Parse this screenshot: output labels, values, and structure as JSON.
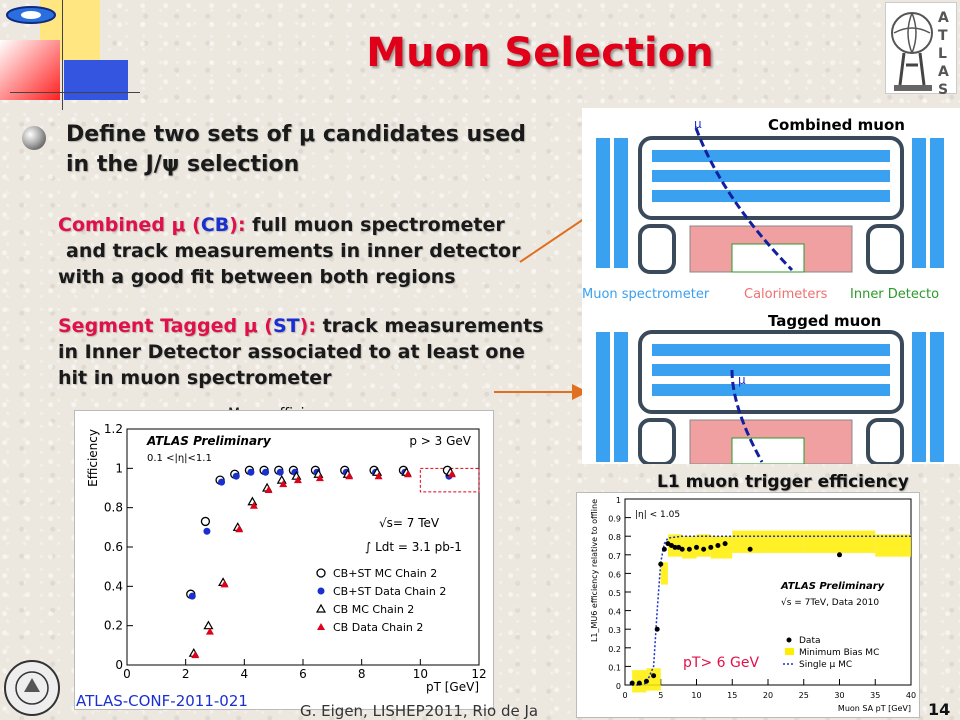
{
  "slide": {
    "title": "Muon Selection",
    "bullet": "Define two sets of μ candidates used in the J/ψ selection",
    "bullet_line1": "Define two sets of μ candidates used",
    "bullet_line2": "in the J/ψ selection",
    "cb_name": "Combined μ (",
    "cb_abbr": "CB",
    "cb_close": "):",
    "cb_text1": " full muon spectrometer",
    "cb_text2": "and track measurements in inner detector",
    "cb_text3": "with a good fit between both regions",
    "st_name": "Segment Tagged μ (",
    "st_abbr": "ST",
    "st_close": "):",
    "st_text1": " track measurements",
    "st_text2": "in Inner Detector associated to at least one",
    "st_text3": "hit in muon spectrometer",
    "muon_eff_caption": "Muon efficiency",
    "l1_caption": "L1 muon trigger efficiency",
    "conf_note": "ATLAS-CONF-2011-021",
    "footer": "G. Eigen, LISHEP2011, Rio de Ja",
    "page_number": "14",
    "pt_note": "pT> 6 GeV"
  },
  "event_display": {
    "combined_label": "Combined muon",
    "tagged_label": "Tagged muon",
    "mu_symbol": "μ",
    "legend_ms": "Muon spectrometer",
    "legend_calo": "Calorimeters",
    "legend_id": "Inner Detecto",
    "colors": {
      "ms": "#3aa0f0",
      "calo": "#f08a8a",
      "id": "#2a9a2a"
    }
  },
  "atlas_logo": "ATLAS",
  "chart_data": [
    {
      "type": "scatter",
      "title": "",
      "xlabel": "pT [GeV]",
      "ylabel": "Efficiency",
      "xlim": [
        0,
        12
      ],
      "ylim": [
        0,
        1.2
      ],
      "xticks": [
        0,
        2,
        4,
        6,
        8,
        10,
        12
      ],
      "yticks": [
        0,
        0.2,
        0.4,
        0.6,
        0.8,
        1,
        1.2
      ],
      "annotations": [
        "ATLAS Preliminary",
        "0.1 <|η|<1.1",
        "p > 3 GeV",
        "√s= 7 TeV",
        "∫ Ldt = 3.1 pb-1"
      ],
      "legend": "bottom-right",
      "series": [
        {
          "name": "CB+ST MC Chain 2",
          "marker": "circle-open",
          "color": "#000000",
          "x": [
            2.25,
            2.75,
            3.25,
            3.75,
            4.25,
            4.75,
            5.25,
            5.75,
            6.5,
            7.5,
            8.5,
            9.5,
            11
          ],
          "y": [
            0.36,
            0.73,
            0.94,
            0.97,
            0.99,
            0.99,
            0.99,
            0.99,
            0.99,
            0.99,
            0.99,
            0.99,
            0.99
          ]
        },
        {
          "name": "CB+ST Data Chain 2",
          "marker": "circle",
          "color": "#1a2fd0",
          "x": [
            2.25,
            2.75,
            3.25,
            3.75,
            4.25,
            4.75,
            5.25,
            5.75,
            6.5,
            7.5,
            8.5,
            9.5,
            11
          ],
          "y": [
            0.35,
            0.68,
            0.93,
            0.96,
            0.98,
            0.98,
            0.98,
            0.98,
            0.98,
            0.98,
            0.98,
            0.98,
            0.96
          ]
        },
        {
          "name": "CB MC Chain 2",
          "marker": "triangle-open",
          "color": "#000000",
          "x": [
            2.25,
            2.75,
            3.25,
            3.75,
            4.25,
            4.75,
            5.25,
            5.75,
            6.5,
            7.5,
            8.5,
            9.5,
            11
          ],
          "y": [
            0.06,
            0.2,
            0.42,
            0.7,
            0.83,
            0.9,
            0.94,
            0.96,
            0.97,
            0.97,
            0.98,
            0.98,
            0.98
          ]
        },
        {
          "name": "CB Data Chain 2",
          "marker": "triangle",
          "color": "#e0001a",
          "x": [
            2.25,
            2.75,
            3.25,
            3.75,
            4.25,
            4.75,
            5.25,
            5.75,
            6.5,
            7.5,
            8.5,
            9.5,
            11
          ],
          "y": [
            0.05,
            0.17,
            0.41,
            0.69,
            0.81,
            0.89,
            0.92,
            0.94,
            0.95,
            0.96,
            0.96,
            0.97,
            0.97
          ]
        }
      ]
    },
    {
      "type": "scatter",
      "title": "",
      "xlabel": "Muon SA pT [GeV]",
      "ylabel": "L1_MU6 efficiency relative to offline",
      "xlim": [
        0,
        40
      ],
      "ylim": [
        0,
        1
      ],
      "xticks": [
        0,
        5,
        10,
        15,
        20,
        25,
        30,
        35,
        40
      ],
      "yticks": [
        0,
        0.1,
        0.2,
        0.3,
        0.4,
        0.5,
        0.6,
        0.7,
        0.8,
        0.9,
        1
      ],
      "annotations": [
        "|η| < 1.05",
        "ATLAS Preliminary",
        "√s = 7TeV, Data 2010"
      ],
      "legend": "bottom-right",
      "series": [
        {
          "name": "Data",
          "marker": "circle",
          "color": "#000000",
          "x": [
            1,
            2,
            3,
            4,
            4.5,
            5,
            5.5,
            6,
            6.5,
            7,
            7.5,
            8,
            9,
            10,
            11,
            12,
            13,
            14,
            17.5,
            30
          ],
          "y": [
            0.01,
            0.01,
            0.02,
            0.05,
            0.3,
            0.65,
            0.73,
            0.76,
            0.75,
            0.74,
            0.74,
            0.73,
            0.73,
            0.74,
            0.73,
            0.74,
            0.75,
            0.76,
            0.73,
            0.7
          ]
        },
        {
          "name": "Minimum Bias MC",
          "marker": "band",
          "color": "#ffee00",
          "x": [
            1,
            3,
            5,
            6,
            8,
            10,
            12,
            15,
            25,
            35
          ],
          "y": [
            0.02,
            0.03,
            0.6,
            0.75,
            0.74,
            0.75,
            0.74,
            0.77,
            0.77,
            0.75
          ]
        },
        {
          "name": "Single μ MC",
          "marker": "dotted-line",
          "color": "#1a2fd0",
          "x": [
            1,
            2,
            3,
            4,
            4.5,
            5,
            5.5,
            6,
            8,
            10,
            15,
            20,
            30,
            40
          ],
          "y": [
            0,
            0,
            0.01,
            0.1,
            0.4,
            0.66,
            0.76,
            0.79,
            0.8,
            0.8,
            0.8,
            0.8,
            0.8,
            0.8
          ]
        }
      ]
    }
  ]
}
